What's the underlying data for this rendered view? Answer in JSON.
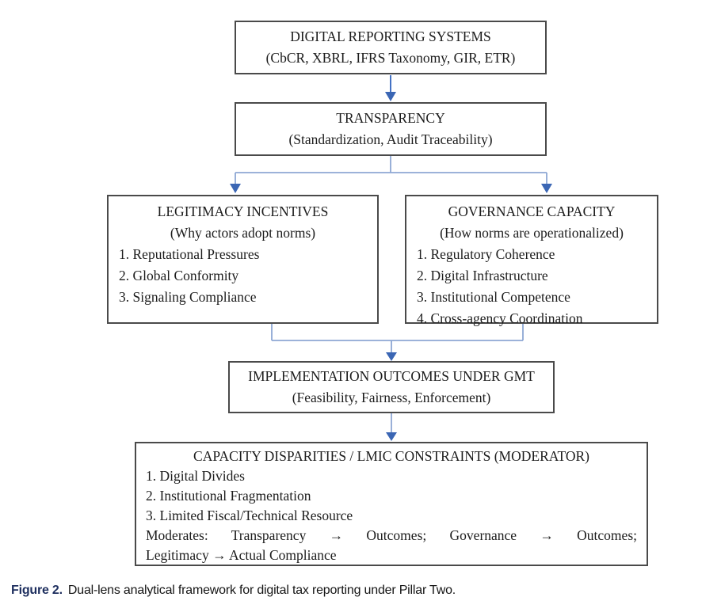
{
  "figure": {
    "boxes": {
      "digital_reporting": {
        "title": "DIGITAL REPORTING SYSTEMS",
        "subtitle": "(CbCR, XBRL, IFRS Taxonomy, GIR, ETR)"
      },
      "transparency": {
        "title": "TRANSPARENCY",
        "subtitle": "(Standardization, Audit Traceability)"
      },
      "legitimacy": {
        "title": "LEGITIMACY INCENTIVES",
        "subtitle": "(Why actors adopt norms)",
        "items": [
          "1. Reputational Pressures",
          "2. Global Conformity",
          "3. Signaling Compliance"
        ]
      },
      "governance": {
        "title": "GOVERNANCE CAPACITY",
        "subtitle": "(How norms are operationalized)",
        "items": [
          "1. Regulatory Coherence",
          "2. Digital Infrastructure",
          "3. Institutional Competence",
          "4. Cross-agency Coordination"
        ]
      },
      "implementation": {
        "title": "IMPLEMENTATION OUTCOMES UNDER GMT",
        "subtitle": "(Feasibility, Fairness, Enforcement)"
      },
      "moderator": {
        "title": "CAPACITY DISPARITIES / LMIC CONSTRAINTS (MODERATOR)",
        "items": [
          "1. Digital Divides",
          "2. Institutional Fragmentation",
          "3. Limited Fiscal/Technical Resource"
        ],
        "moderates_line1": "Moderates: Transparency → Outcomes; Governance → Outcomes;",
        "moderates_line2": "Legitimacy → Actual Compliance"
      }
    },
    "caption": {
      "label": "Figure 2.",
      "text": "Dual-lens analytical framework for digital tax reporting under Pillar Two."
    },
    "colors": {
      "arrow_shaft": "#4472c4",
      "connector": "#8ea8d4",
      "arrow_head": "#3b66b4",
      "box_border": "#4a4a4a",
      "caption_label": "#1d2e5e"
    }
  }
}
